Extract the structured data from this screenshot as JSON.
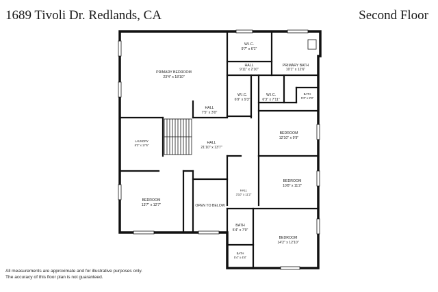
{
  "header": {
    "address": "1689 Tivoli Dr. Redlands, CA",
    "floor": "Second Floor"
  },
  "rooms": {
    "primary_bedroom": {
      "name": "PRIMARY BEDROOM",
      "dims": "23'4\" x 18'10\""
    },
    "wic_top": {
      "name": "W.I.C.",
      "dims": "9'7\" x 6'1\""
    },
    "hall_top": {
      "name": "HALL",
      "dims": "9'11\" x 2'10\""
    },
    "primary_bath": {
      "name": "PRIMARY BATH",
      "dims": "10'1\" x 12'6\""
    },
    "wic_left": {
      "name": "W.I.C.",
      "dims": "6'9\" x 9'3\""
    },
    "wic_right": {
      "name": "W.I.C.",
      "dims": "6'3\" x 7'11\""
    },
    "bath_small": {
      "name": "BATH",
      "dims": "5'3\" x 2'9\""
    },
    "hall_small": {
      "name": "HALL",
      "dims": "7'5\" x 3'0\""
    },
    "laundry": {
      "name": "LAUNDRY",
      "dims": "8'3\" x 17'6\""
    },
    "hall_main": {
      "name": "HALL",
      "dims": "21'10\" x 13'7\""
    },
    "bedroom_right_upper": {
      "name": "BEDROOM",
      "dims": "12'10\" x 9'9\""
    },
    "bedroom_right_mid": {
      "name": "BEDROOM",
      "dims": "10'8\" x 11'2\""
    },
    "hall_mid": {
      "name": "HALL",
      "dims": "3'10\" x 11'2\""
    },
    "bedroom_left": {
      "name": "BEDROOM",
      "dims": "13'7\" x 12'7\""
    },
    "open_to_below": {
      "name": "OPEN TO BELOW"
    },
    "bath_lower": {
      "name": "BATH",
      "dims": "5'4\" x 7'9\""
    },
    "bath_lower_small": {
      "name": "BATH",
      "dims": "5'4\" x 4'8\""
    },
    "bedroom_lower": {
      "name": "BEDROOM",
      "dims": "14'2\" x 12'10\""
    }
  },
  "footer": {
    "line1": "All measurements are approximate and for illustrative purposes only.",
    "line2": "The accuracy of this floor plan is not guaranteed."
  }
}
